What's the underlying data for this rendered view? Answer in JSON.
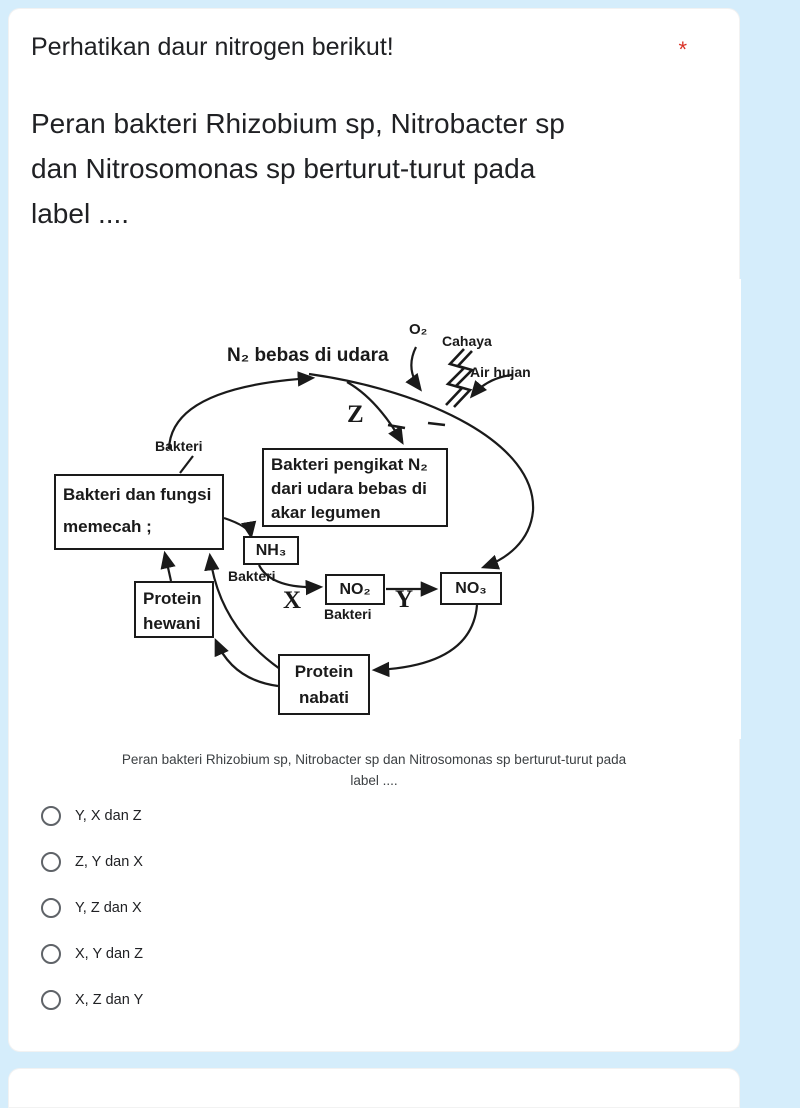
{
  "colors": {
    "background": "#d5edfb",
    "card": "#ffffff",
    "required_marker": "#d93025",
    "text": "#202124",
    "caption_text": "#3c4043",
    "radio_border": "#5f6368",
    "diagram_ink": "#1a1a1a"
  },
  "question": {
    "title": "Perhatikan daur nitrogen berikut!",
    "required_marker": "*",
    "body_line1": "Peran bakteri Rhizobium sp, Nitrobacter sp",
    "body_line2": "dan Nitrosomonas sp berturut-turut pada",
    "body_line3": "label ...."
  },
  "diagram": {
    "labels": {
      "n2_free": "N₂ bebas di udara",
      "o2": "O₂",
      "cahaya": "Cahaya",
      "air_hujan": "Air hujan",
      "z": "Z",
      "x": "X",
      "y": "Y",
      "bakteri_top": "Bakteri",
      "bakteri_mid": "Bakteri",
      "bakteri_bottom": "Bakteri"
    },
    "boxes": {
      "decomposer_line1": "Bakteri dan fungsi",
      "decomposer_line2": "memecah ;",
      "fixer_line1": "Bakteri pengikat N₂",
      "fixer_line2": "dari udara bebas di",
      "fixer_line3": "akar legumen",
      "nh3": "NH₃",
      "no2": "NO₂",
      "no3": "NO₃",
      "protein_hewani_line1": "Protein",
      "protein_hewani_line2": "hewani",
      "protein_nabati_line1": "Protein",
      "protein_nabati_line2": "nabati"
    }
  },
  "image_caption": {
    "line1": "Peran bakteri Rhizobium sp, Nitrobacter sp dan Nitrosomonas sp berturut-turut pada",
    "line2": "label ...."
  },
  "options": [
    {
      "label": "Y, X dan Z"
    },
    {
      "label": "Z, Y dan X"
    },
    {
      "label": "Y, Z dan X"
    },
    {
      "label": "X, Y dan Z"
    },
    {
      "label": "X, Z dan Y"
    }
  ]
}
